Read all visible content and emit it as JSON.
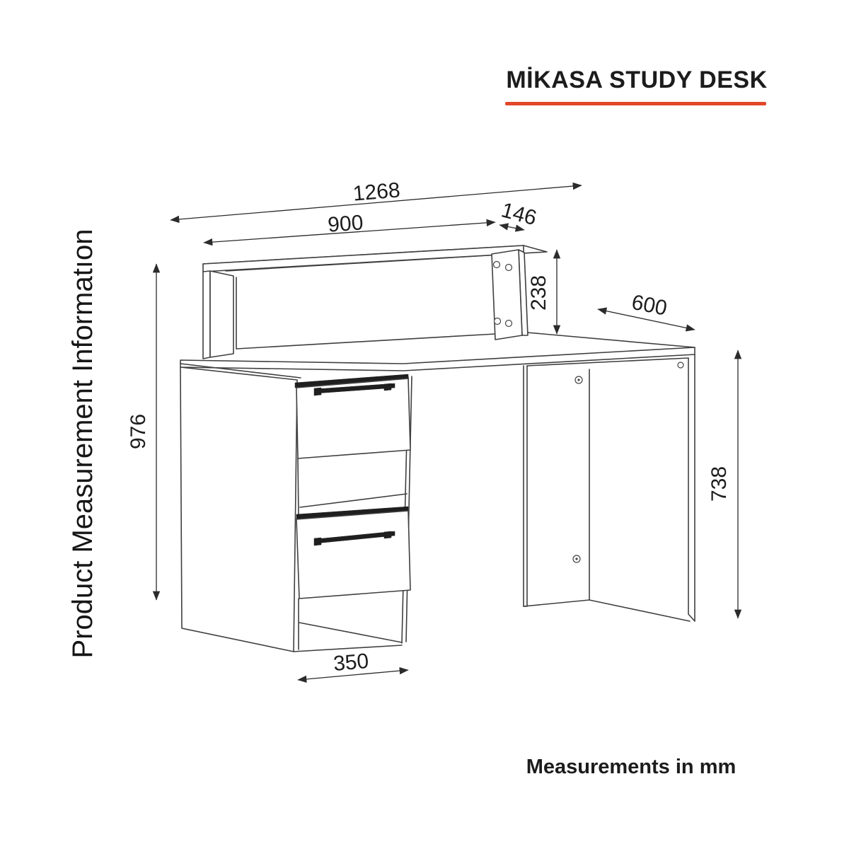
{
  "page": {
    "title": "MİKASA STUDY DESK",
    "side_label": "Product Measurement Informatıon",
    "footer_note": "Measurements in mm",
    "accent_color": "#e2472a"
  },
  "diagram": {
    "product_name": "MİKASA STUDY DESK",
    "unit": "mm",
    "dimensions": {
      "overall_width": "1268",
      "hutch_shelf_width": "900",
      "hutch_shelf_depth": "146",
      "hutch_height": "238",
      "desk_depth": "600",
      "overall_height": "976",
      "desk_height": "738",
      "drawer_unit_width": "350"
    }
  }
}
